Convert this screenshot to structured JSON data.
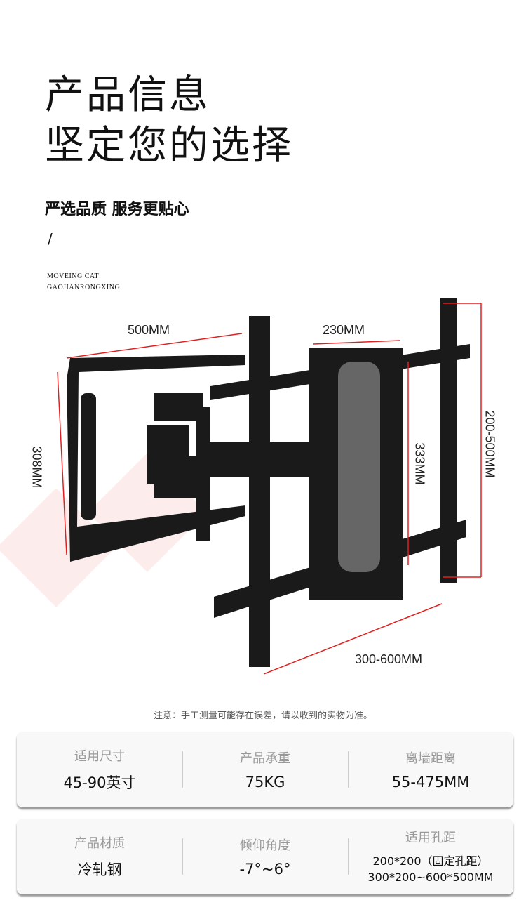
{
  "header": {
    "title_line1": "产品信息",
    "title_line2": "坚定您的选择",
    "subtitle": "严选品质 服务更贴心",
    "slash": "/",
    "en_line1": "MOVEING CAT",
    "en_line2": "GAOJIANRONGXING"
  },
  "dimensions": {
    "width": "500MM",
    "arm": "230MM",
    "height": "308MM",
    "plate": "333MM",
    "vertical": "200-500MM",
    "horizontal": "300-600MM"
  },
  "accent_color": "#e02020",
  "note": "注意：手工测量可能存在误差，请以收到的实物为准。",
  "specs": [
    {
      "label": "适用尺寸",
      "value": "45-90英寸"
    },
    {
      "label": "产品承重",
      "value": "75KG"
    },
    {
      "label": "离墙距离",
      "value": "55-475MM"
    },
    {
      "label": "产品材质",
      "value": "冷轧钢"
    },
    {
      "label": "倾仰角度",
      "value": "-7°~6°"
    },
    {
      "label": "适用孔距",
      "value_line1": "200*200（固定孔距）",
      "value_line2": "300*200~600*500MM"
    }
  ]
}
